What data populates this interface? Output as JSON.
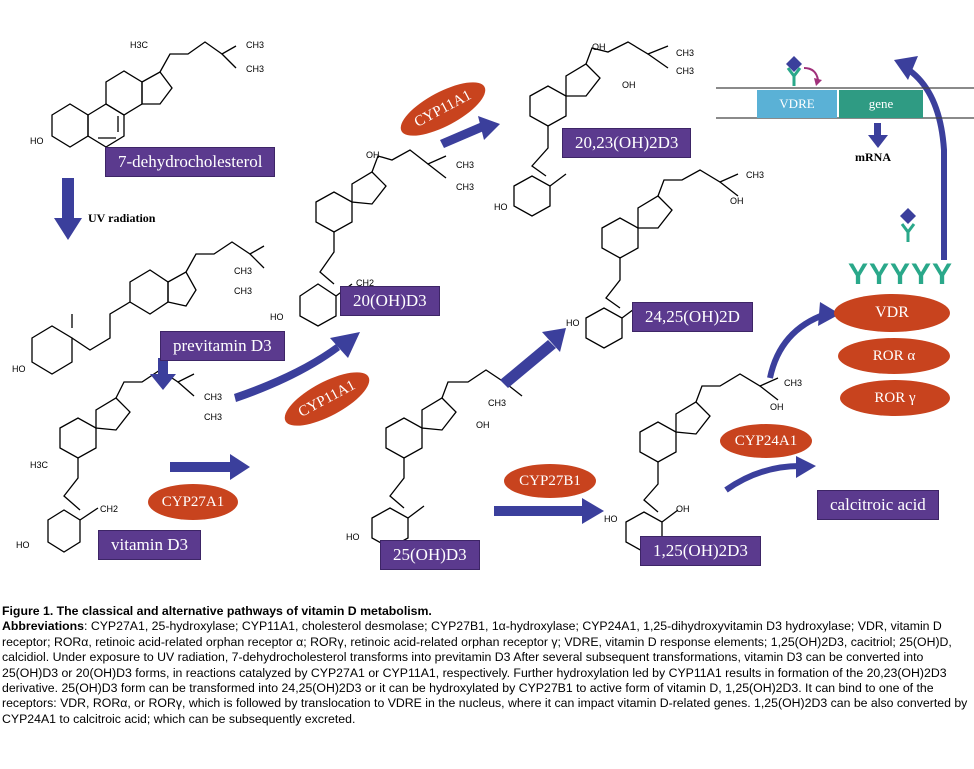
{
  "labels": {
    "dehydro": "7-dehydrocholesterol",
    "previtamin": "previtamin D3",
    "vitaminD3": "vitamin D3",
    "oh20": "20(OH)D3",
    "oh2023": "20,23(OH)2D3",
    "oh2425": "24,25(OH)2D",
    "oh25": "25(OH)D3",
    "oh125": "1,25(OH)2D3",
    "calcitroic": "calcitroic acid"
  },
  "enzymes": {
    "cyp27a1": "CYP27A1",
    "cyp11a1_top": "CYP11A1",
    "cyp11a1_mid": "CYP11A1",
    "cyp27b1": "CYP27B1",
    "cyp24a1": "CYP24A1"
  },
  "receptors": {
    "vdr": "VDR",
    "rora": "ROR α",
    "rorg": "ROR γ",
    "y_row": "YYYYY"
  },
  "gene": {
    "vdre": "VDRE",
    "gene": "gene",
    "mrna": "mRNA"
  },
  "uv": "UV radiation",
  "chem_text": {
    "h3c": "H3C",
    "ch3": "CH3",
    "oh": "OH",
    "ho": "HO",
    "ch2": "CH2"
  },
  "caption": {
    "title": "Figure 1. The classical and alternative pathways of vitamin D metabolism.",
    "abbr_head": "Abbreviations",
    "body": ": CYP27A1, 25-hydroxylase; CYP11A1, cholesterol desmolase; CYP27B1, 1α-hydroxylase; CYP24A1, 1,25-dihydroxyvitamin D3 hydroxylase; VDR, vitamin D receptor; RORα, retinoic acid-related orphan receptor α; RORγ, retinoic acid-related orphan receptor γ; VDRE, vitamin D response elements; 1,25(OH)2D3, cacitriol; 25(OH)D, calcidiol. Under exposure to UV radiation, 7-dehydrocholesterol transforms into previtamin D3 After several subsequent transformations, vitamin D3 can be converted into 25(OH)D3 or 20(OH)D3 forms, in reactions catalyzed by CYP27A1 or CYP11A1, respectively. Further hydroxylation led by CYP11A1 results in formation of the 20,23(OH)2D3 derivative. 25(OH)D3 form can be transformed into 24,25(OH)2D3 or it can be hydroxylated by CYP27B1 to active form of vitamin D, 1,25(OH)2D3. It can bind to one of the receptors: VDR, RORα, or RORγ, which is followed by translocation to VDRE in the nucleus, where it can impact vitamin D-related genes. 1,25(OH)2D3 can be also converted by CYP24A1 to calcitroic acid; which can be subsequently excreted."
  },
  "colors": {
    "purple": "#5b3a8e",
    "orange": "#c8431e",
    "arrow": "#3b3f9c",
    "teal": "#2aa88a",
    "vdre": "#5ab1d6",
    "gene": "#2f9b83"
  }
}
